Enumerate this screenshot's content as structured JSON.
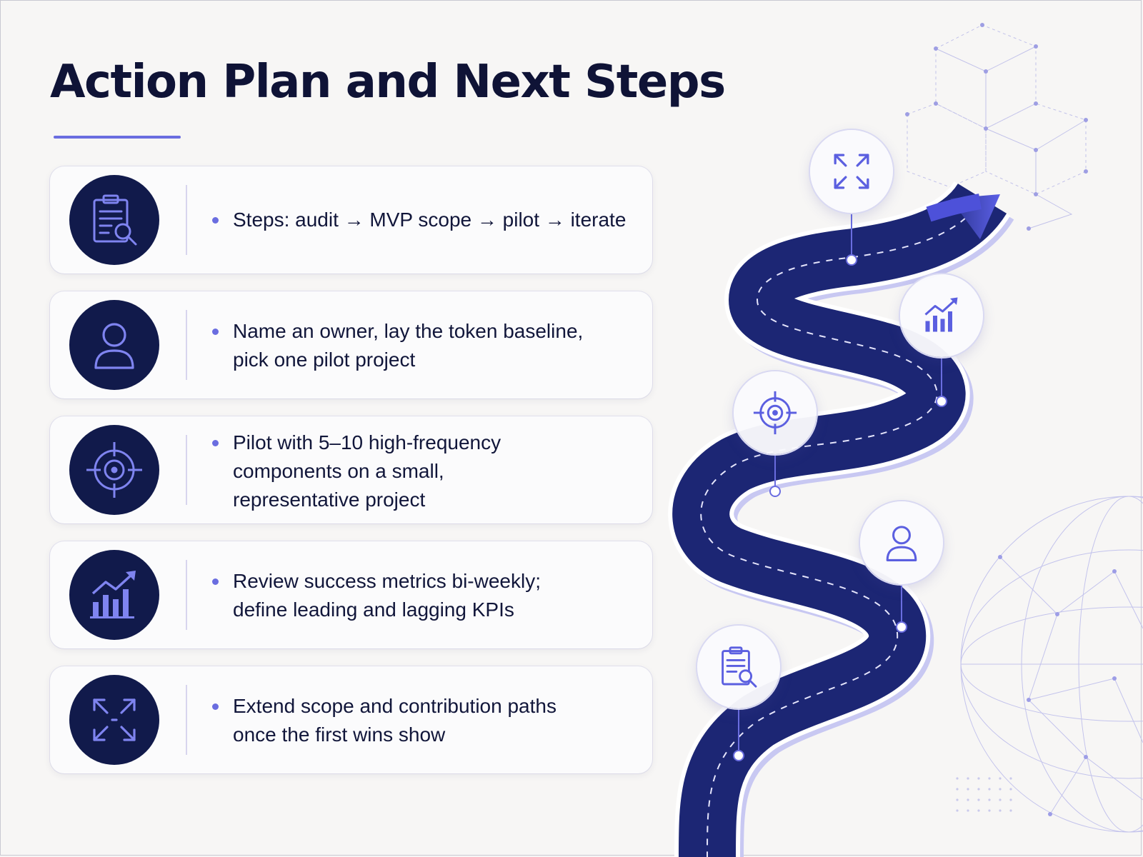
{
  "slide": {
    "title": "Action Plan and Next Steps"
  },
  "steps": [
    {
      "icon": "clipboard-search-icon",
      "lines": [
        "Steps: audit → MVP scope → pilot → iterate"
      ]
    },
    {
      "icon": "person-icon",
      "lines": [
        "Name an owner, lay the token baseline,",
        "pick one pilot project"
      ]
    },
    {
      "icon": "target-icon",
      "lines": [
        "Pilot with 5–10 high-frequency",
        "components on a small,",
        "representative project"
      ]
    },
    {
      "icon": "growth-chart-icon",
      "lines": [
        "Review success metrics bi-weekly;",
        "define leading and lagging KPIs"
      ]
    },
    {
      "icon": "expand-arrows-icon",
      "lines": [
        "Extend scope and contribution paths",
        "once the first wins show"
      ]
    }
  ],
  "roadmap": {
    "milestones": [
      "clipboard-search-icon",
      "person-icon",
      "target-icon",
      "growth-chart-icon",
      "expand-arrows-icon"
    ]
  },
  "colors": {
    "navy": "#111a4b",
    "accent": "#6a6de0",
    "text": "#11163a",
    "background": "#f7f6f5"
  }
}
